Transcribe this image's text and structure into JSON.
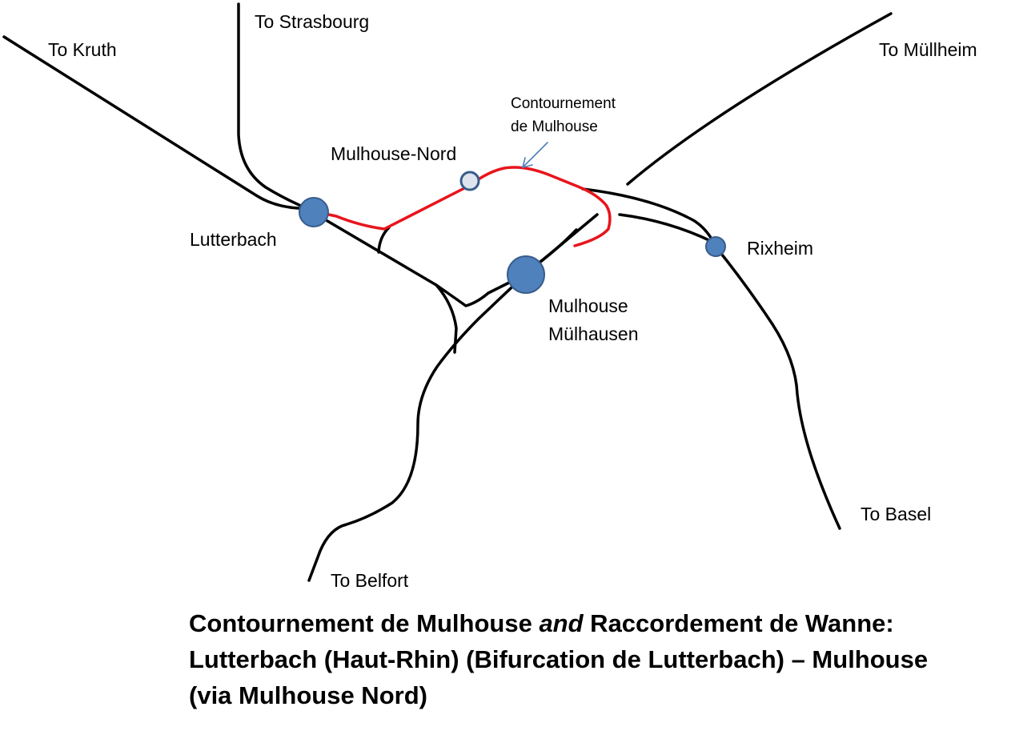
{
  "colors": {
    "track": "#000000",
    "bypass": "#e8141c",
    "station_fill": "#4f81bd",
    "station_stroke": "#385d8a",
    "halt_fill": "#dde4ee",
    "annotation_arrow": "#4f81bd"
  },
  "labels": {
    "to_kruth": "To Kruth",
    "to_strasbourg": "To Strasbourg",
    "to_mullheim": "To Müllheim",
    "to_basel": "To Basel",
    "to_belfort": "To Belfort",
    "lutterbach": "Lutterbach",
    "mulhouse_nord": "Mulhouse-Nord",
    "mulhouse_line1": "Mulhouse",
    "mulhouse_line2": "Mülhausen",
    "rixheim": "Rixheim",
    "annotation_line1": "Contournement",
    "annotation_line2": "de Mulhouse"
  },
  "caption": {
    "line1_part1": "Contournement de Mulhouse ",
    "line1_italic": "and",
    "line1_part2": " Raccordement de Wanne:",
    "line2": " Lutterbach (Haut-Rhin) (Bifurcation de Lutterbach) – Mulhouse",
    "line3": "(via Mulhouse Nord)"
  }
}
